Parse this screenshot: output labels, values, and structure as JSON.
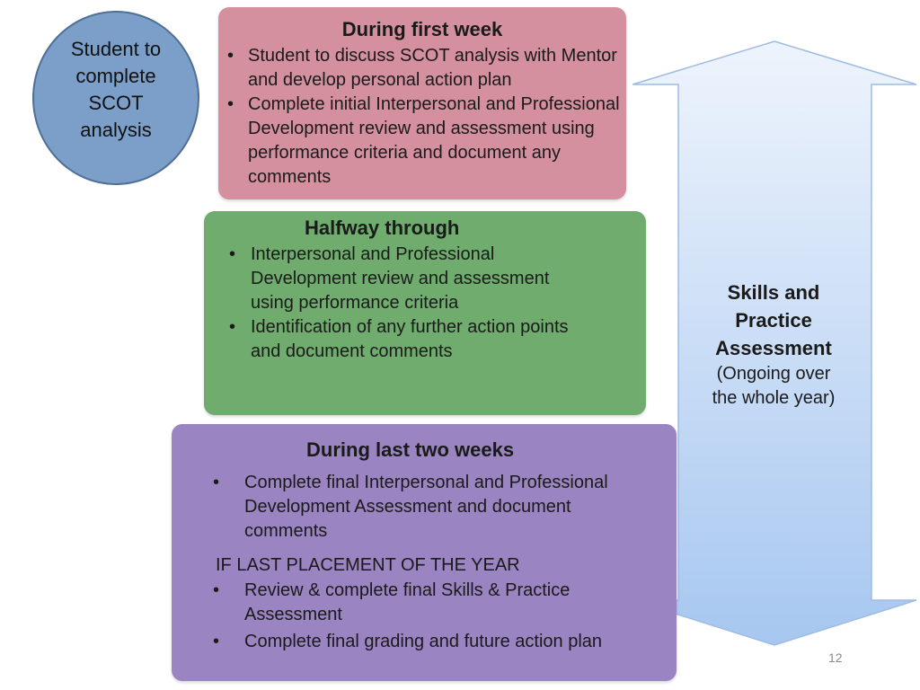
{
  "circle": {
    "label": "Student to\ncomplete\nSCOT\nanalysis"
  },
  "first_week": {
    "title": "During first week",
    "bullets": [
      "Student to discuss  SCOT analysis with Mentor and develop personal action plan",
      "Complete initial Interpersonal and Professional Development review and assessment using performance criteria and document any comments"
    ]
  },
  "halfway": {
    "title": "Halfway through",
    "bullets": [
      "Interpersonal and Professional Development review and assessment using performance criteria",
      "Identification of any further action points and document comments"
    ]
  },
  "last_weeks": {
    "title": "During last two weeks",
    "bullets": [
      "Complete final Interpersonal and Professional Development Assessment and document comments"
    ],
    "note": "IF LAST PLACEMENT OF THE YEAR",
    "note_bullets": [
      "Review  &  complete final Skills & Practice Assessment",
      "Complete final grading and future action plan"
    ]
  },
  "arrow": {
    "title": "Skills and\nPractice\nAssessment",
    "subtitle": "(Ongoing over\nthe whole year)"
  },
  "bullet_glyph": "•",
  "page_number": "12",
  "colors": {
    "circle": "#7b9fc9",
    "first_week_box": "#d4909f",
    "halfway_box": "#6fac6d",
    "last_weeks_box": "#9b84c2",
    "arrow_fill_top": "#eaf2fd",
    "arrow_fill_bottom": "#a9c9f1"
  }
}
